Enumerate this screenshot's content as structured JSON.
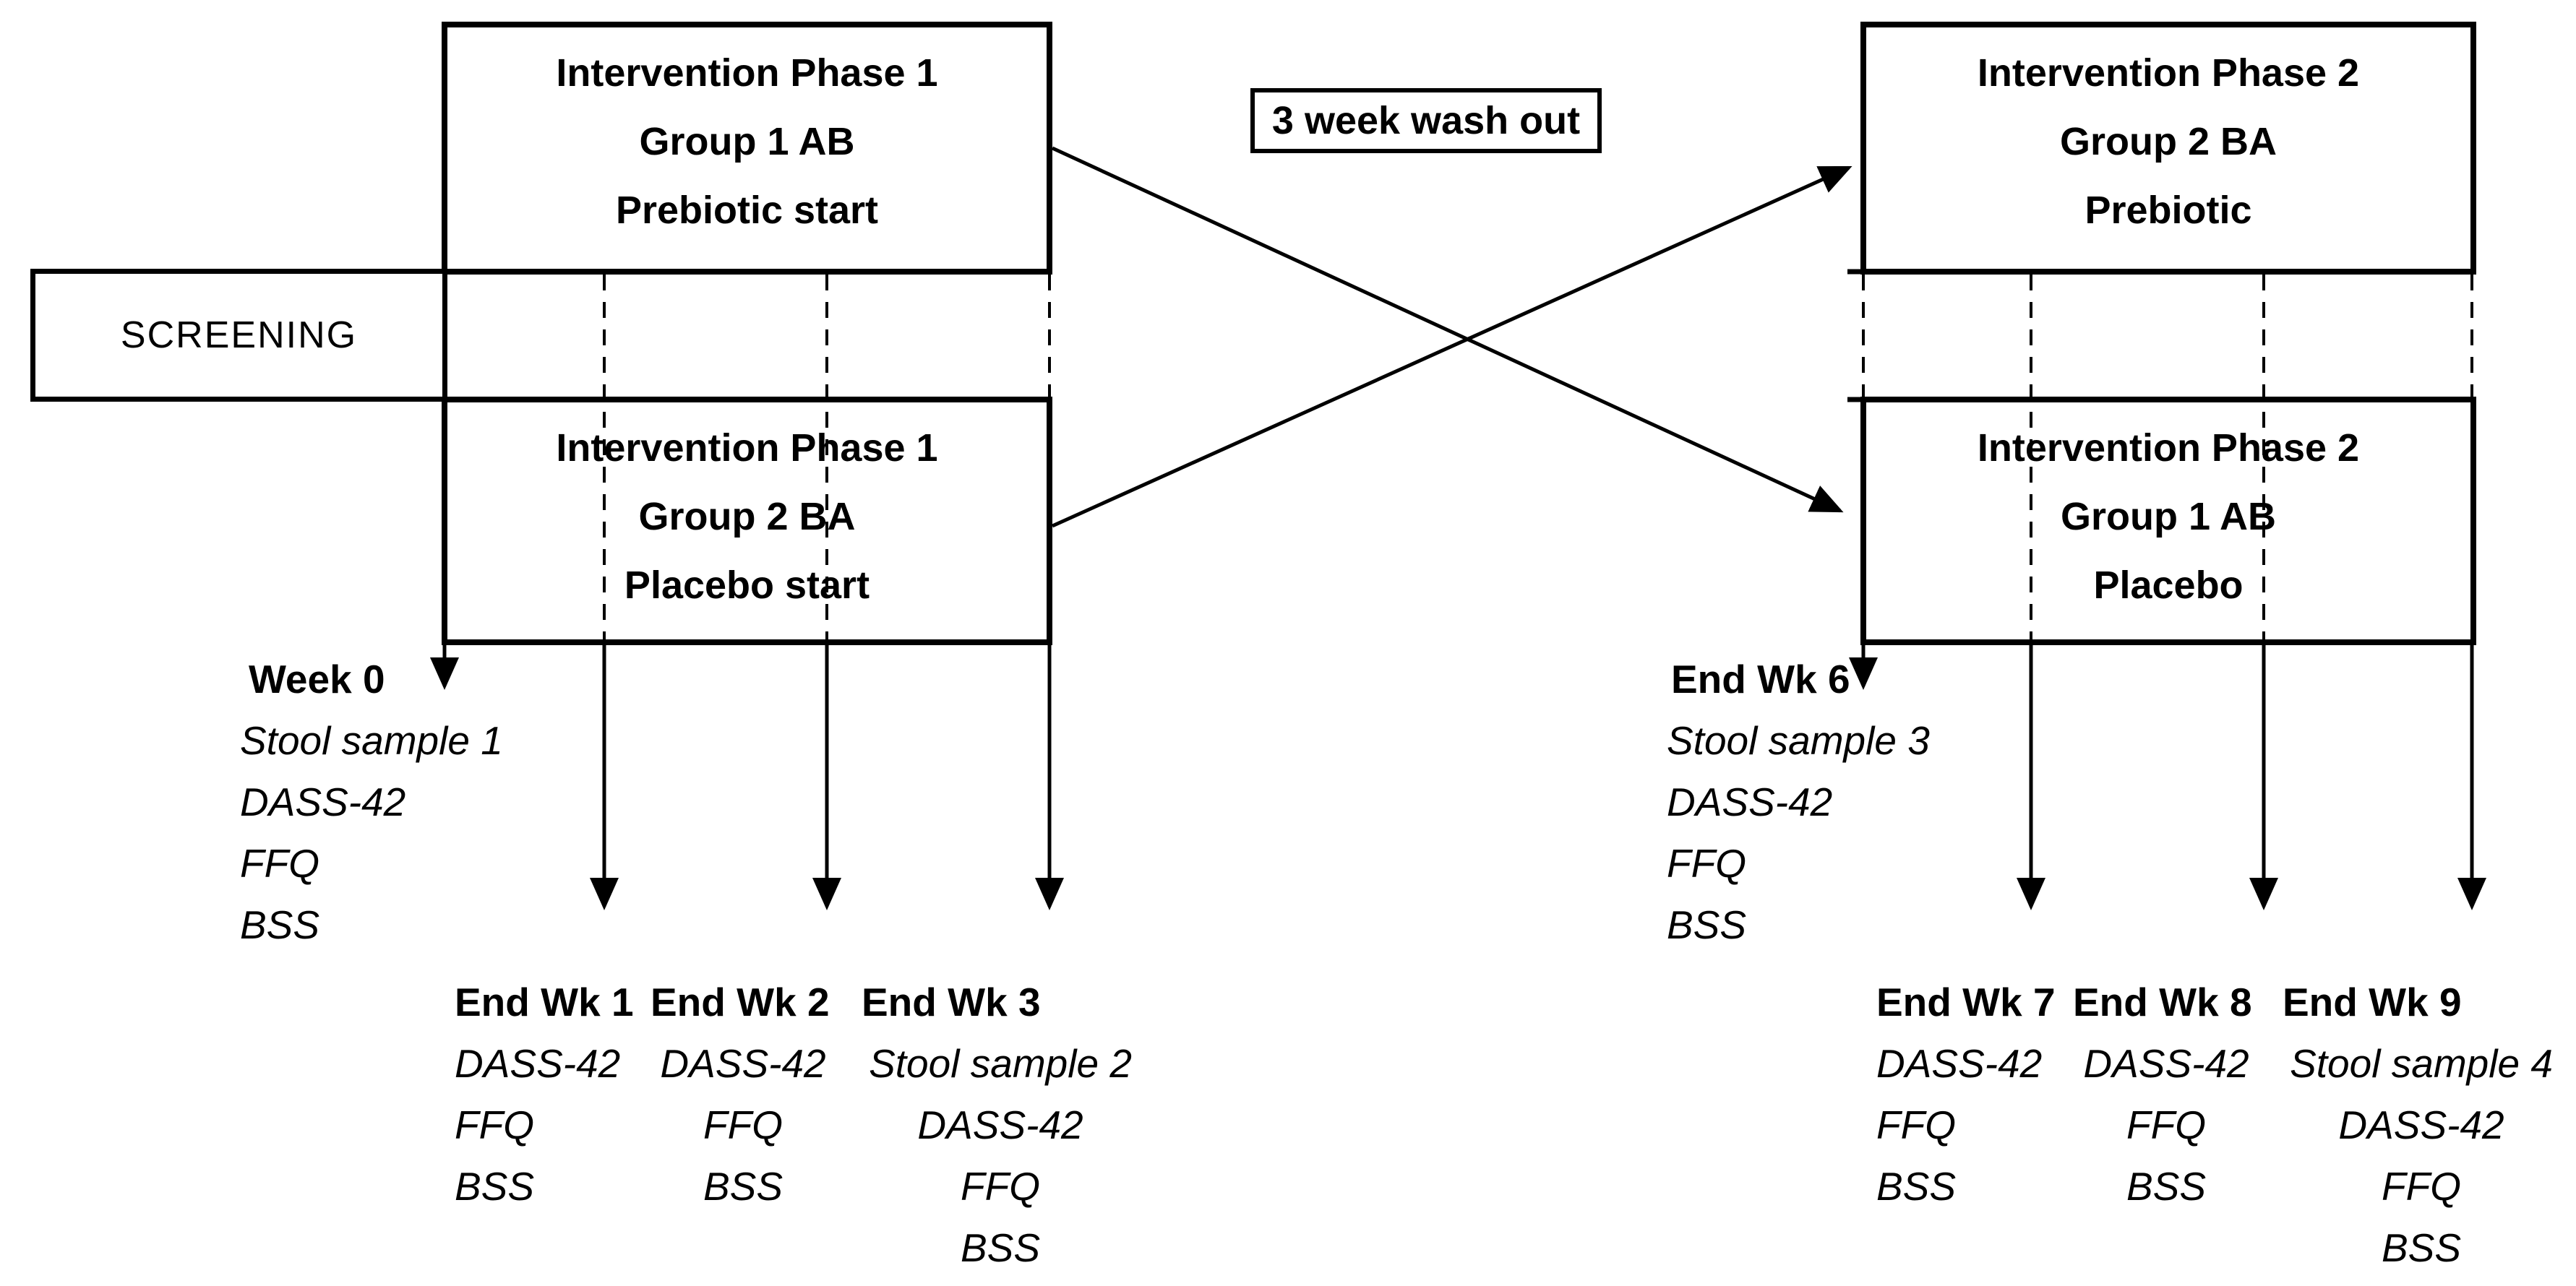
{
  "colors": {
    "ink": "#000000",
    "background": "#ffffff"
  },
  "screening": {
    "label": "SCREENING"
  },
  "washout": {
    "label": "3 week wash out"
  },
  "phase1": {
    "group1": {
      "line1": "Intervention Phase 1",
      "line2": "Group 1 AB",
      "line3": "Prebiotic start"
    },
    "group2": {
      "line1": "Intervention Phase 1",
      "line2": "Group 2 BA",
      "line3": "Placebo start"
    }
  },
  "phase2": {
    "group2": {
      "line1": "Intervention Phase 2",
      "line2": "Group 2 BA",
      "line3": "Prebiotic"
    },
    "group1": {
      "line1": "Intervention Phase 2",
      "line2": "Group 1 AB",
      "line3": "Placebo"
    }
  },
  "timepoints": {
    "week0": {
      "label": "Week 0",
      "item1": "Stool sample 1",
      "item2": "DASS-42",
      "item3": "FFQ",
      "item4": "BSS"
    },
    "endwk1": {
      "label": "End Wk 1",
      "item1": "DASS-42",
      "item2": "FFQ",
      "item3": "BSS"
    },
    "endwk2": {
      "label": "End Wk 2",
      "item1": "DASS-42",
      "item2": "FFQ",
      "item3": "BSS"
    },
    "endwk3": {
      "label": "End Wk 3",
      "item1": "Stool sample 2",
      "item2": "DASS-42",
      "item3": "FFQ",
      "item4": "BSS"
    },
    "endwk6": {
      "label": "End Wk 6",
      "item1": "Stool sample 3",
      "item2": "DASS-42",
      "item3": "FFQ",
      "item4": "BSS"
    },
    "endwk7": {
      "label": "End Wk 7",
      "item1": "DASS-42",
      "item2": "FFQ",
      "item3": "BSS"
    },
    "endwk8": {
      "label": "End Wk 8",
      "item1": "DASS-42",
      "item2": "FFQ",
      "item3": "BSS"
    },
    "endwk9": {
      "label": "End Wk 9",
      "item1": "Stool sample 4",
      "item2": "DASS-42",
      "item3": "FFQ",
      "item4": "BSS"
    }
  }
}
